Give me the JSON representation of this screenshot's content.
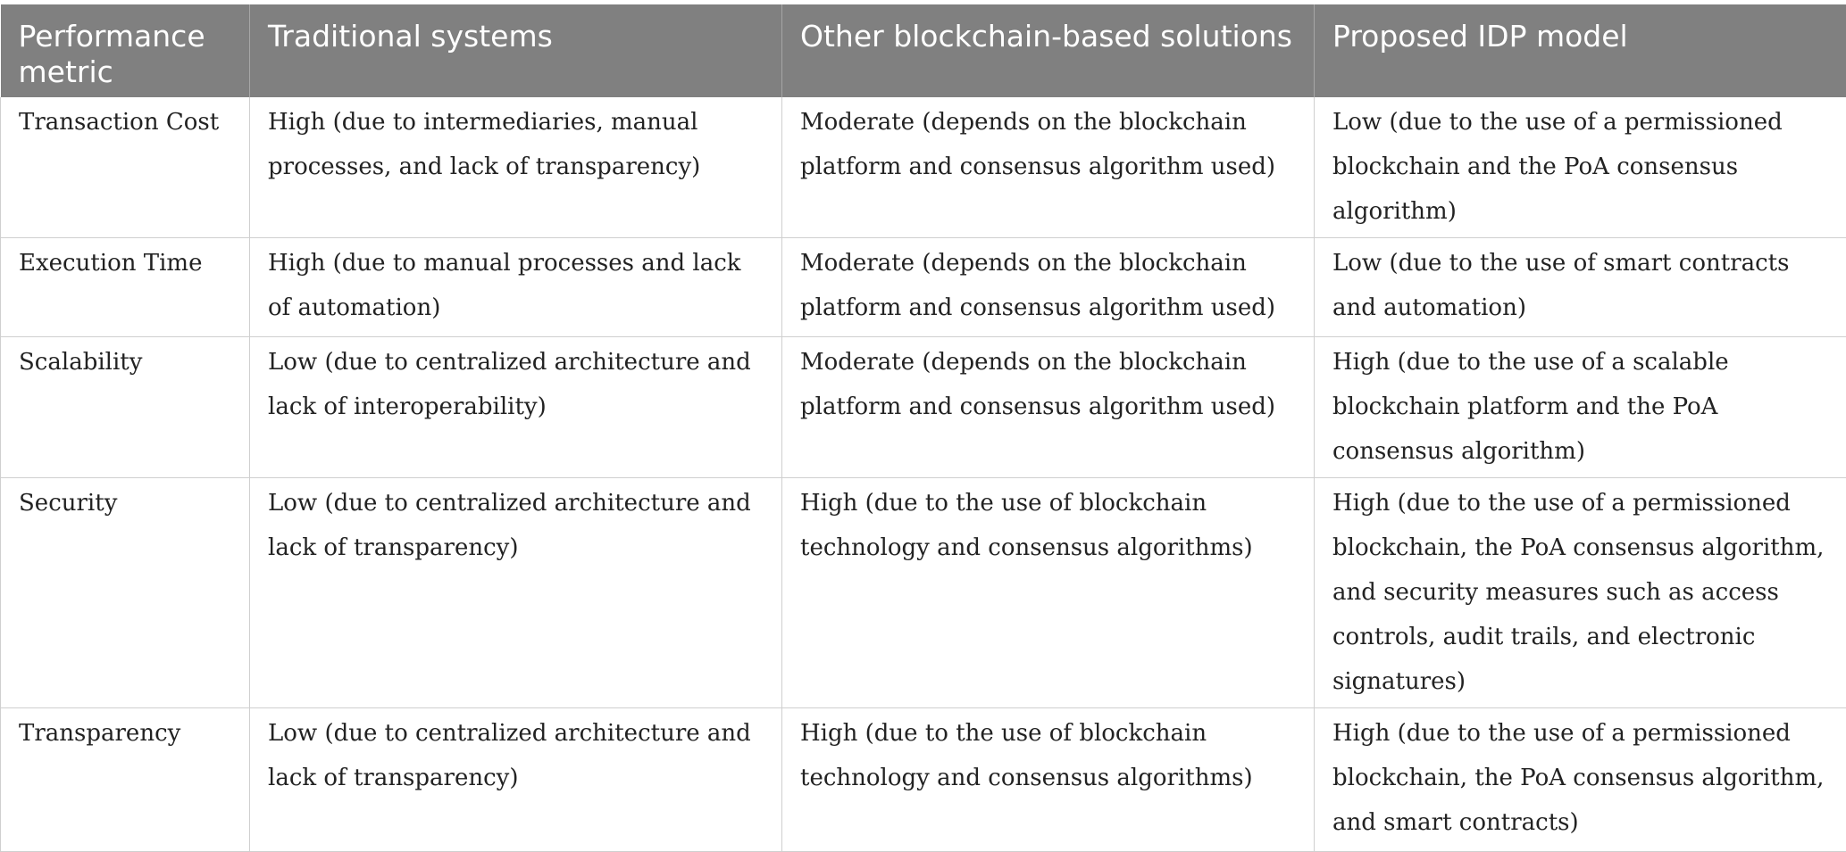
{
  "table": {
    "headers": [
      "Performance metric",
      "Traditional systems",
      "Other blockchain-based solutions",
      "Proposed IDP model"
    ],
    "rows": [
      {
        "metric": "Transaction Cost",
        "traditional": "High (due to intermediaries, manual processes, and lack of transparency)",
        "other": "Moderate (depends on the blockchain platform and consensus algorithm used)",
        "proposed": "Low (due to the use of a permissioned blockchain and the PoA consensus algorithm)"
      },
      {
        "metric": "Execution Time",
        "traditional": "High (due to manual processes and lack of automation)",
        "other": "Moderate (depends on the blockchain platform and consensus algorithm used)",
        "proposed": "Low (due to the use of smart contracts and automation)"
      },
      {
        "metric": "Scalability",
        "traditional": "Low (due to centralized architecture and lack of interoperability)",
        "other": "Moderate (depends on the blockchain platform and consensus algorithm used)",
        "proposed": "High (due to the use of a scalable blockchain platform and the PoA consensus algorithm)"
      },
      {
        "metric": "Security",
        "traditional": "Low (due to centralized architecture and lack of transparency)",
        "other": "High (due to the use of blockchain technology and consensus algorithms)",
        "proposed": "High (due to the use of a permissioned blockchain, the PoA consensus algorithm, and security measures such as access controls, audit trails, and electronic signatures)"
      },
      {
        "metric": "Transparency",
        "traditional": "Low (due to centralized architecture and lack of transparency)",
        "other": "High (due to the use of blockchain technology and consensus algorithms)",
        "proposed": "High (due to the use of a permissioned blockchain, the PoA consensus algorithm, and smart contracts)"
      }
    ]
  },
  "colors": {
    "header_bg": "#808080",
    "header_text": "#ffffff",
    "border": "#cfcfcf"
  }
}
